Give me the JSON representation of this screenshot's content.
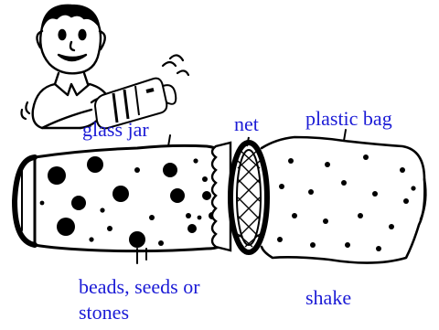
{
  "labels": {
    "glass_jar": "glass jar",
    "net": "net",
    "plastic_bag": "plastic bag",
    "beads_line1": "beads, seeds or",
    "beads_line2": "stones",
    "shake": "shake"
  },
  "colors": {
    "label_text": "#1b1bd6",
    "ink": "#000000",
    "paper": "#ffffff"
  }
}
